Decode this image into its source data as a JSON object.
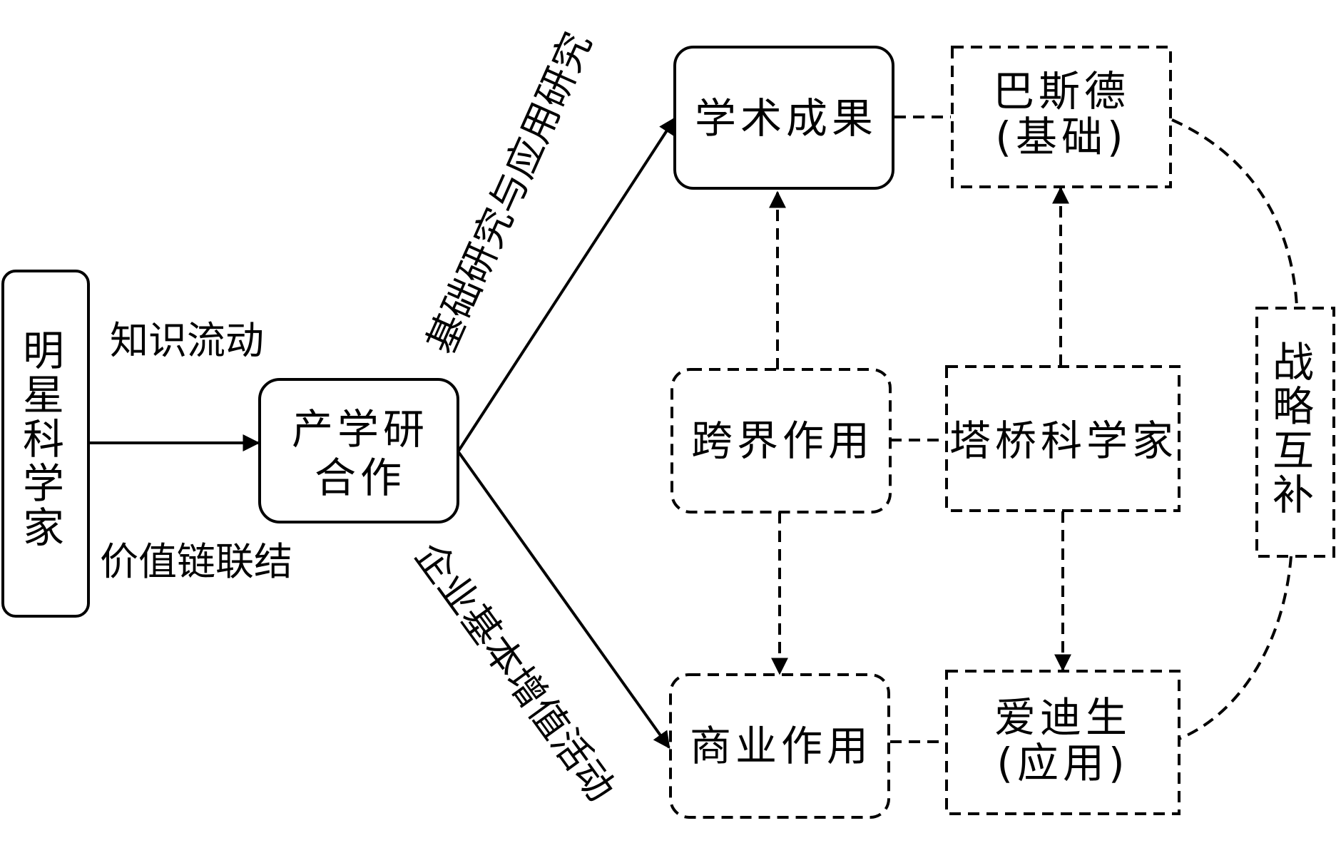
{
  "nodes": {
    "star_scientist": "明星科学家",
    "iur_cooperation_line1": "产学研",
    "iur_cooperation_line2": "合作",
    "academic_output": "学术成果",
    "pasteur_line1": "巴斯德",
    "pasteur_line2": "(基础)",
    "cross_border": "跨界作用",
    "bridge_scientist": "塔桥科学家",
    "commercial_role": "商业作用",
    "edison_line1": "爱迪生",
    "edison_line2": "(应用)",
    "strategic_complement": "战略互补"
  },
  "edge_labels": {
    "knowledge_flow": "知识流动",
    "value_chain_link": "价值链联结",
    "basic_applied_research": "基础研究与应用研究",
    "enterprise_value_activity": "企业基本增值活动"
  }
}
